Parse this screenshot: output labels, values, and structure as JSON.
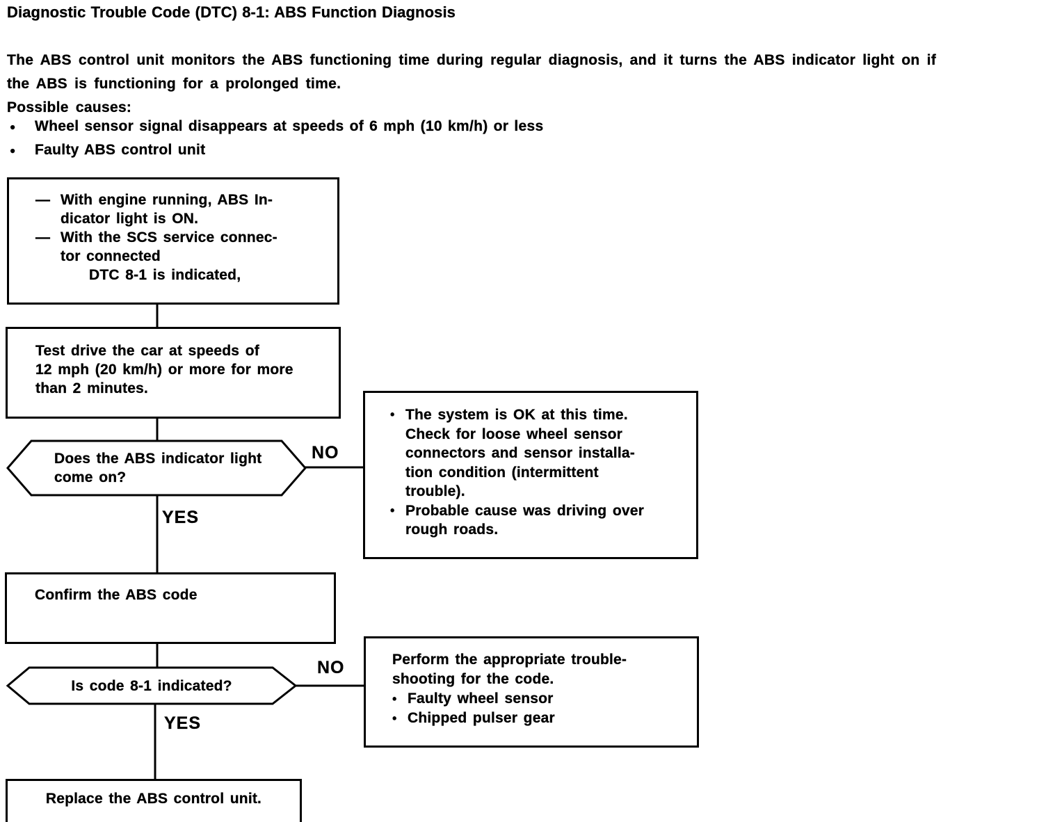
{
  "header": {
    "title": "Diagnostic Trouble Code (DTC) 8-1: ABS Function Diagnosis",
    "intro_line1": "The ABS control unit monitors the ABS functioning time during regular diagnosis, and it turns the ABS indicator light on if",
    "intro_line2": "the ABS is functioning for a prolonged time.",
    "possible_causes_label": "Possible causes:",
    "bullet_char": "●",
    "causes": [
      "Wheel sensor signal disappears at speeds of 6 mph (10 km/h) or less",
      "Faulty ABS control unit"
    ]
  },
  "flowchart": {
    "dash_char": "—",
    "bullet_char": "•",
    "start_box": {
      "item1_line1": "With engine running, ABS In-",
      "item1_line2": "dicator light is ON.",
      "item2_line1": "With the SCS service connec-",
      "item2_line2": "tor connected",
      "result_line": "DTC 8-1 is indicated,"
    },
    "test_drive_box": {
      "line1": "Test drive the car at speeds of",
      "line2": "12 mph (20 km/h) or more for more",
      "line3": "than 2 minutes."
    },
    "decision1": {
      "line1": "Does the ABS indicator light",
      "line2": "come on?",
      "no_label": "NO",
      "yes_label": "YES"
    },
    "system_ok_box": {
      "bullet1_lines": [
        "The system is OK at this time.",
        "Check for loose wheel sensor",
        "connectors and sensor installa-",
        "tion condition (intermittent",
        "trouble)."
      ],
      "bullet2_lines": [
        "Probable cause was driving over",
        "rough roads."
      ]
    },
    "confirm_box": {
      "text": "Confirm the ABS code"
    },
    "decision2": {
      "text": "Is code 8-1 indicated?",
      "no_label": "NO",
      "yes_label": "YES"
    },
    "troubleshoot_box": {
      "line1": "Perform the appropriate trouble-",
      "line2": "shooting for the code.",
      "bullets": [
        "Faulty wheel sensor",
        "Chipped pulser gear"
      ]
    },
    "replace_box": {
      "text": "Replace the ABS control unit."
    }
  }
}
